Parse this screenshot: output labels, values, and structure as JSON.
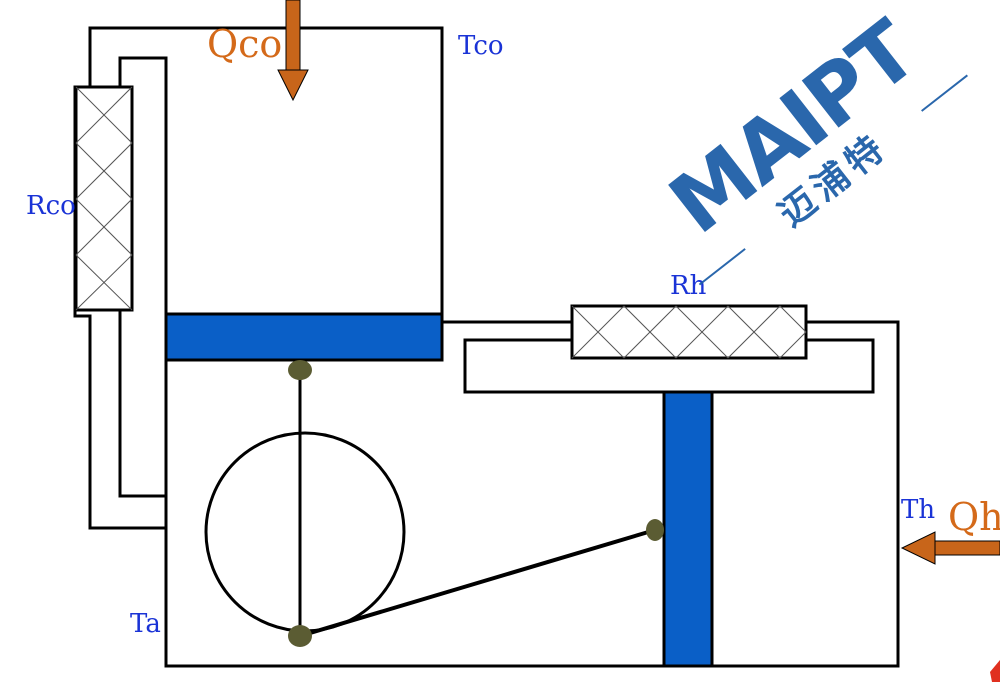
{
  "labels": {
    "q_co": "Qco",
    "t_co": "Tco",
    "r_co": "Rco",
    "r_h": "Rh",
    "t_h": "Th",
    "q_h": "Qh",
    "t_a": "Ta"
  },
  "watermark": {
    "brand": "MAIPT",
    "subtitle": "迈浦特"
  },
  "colors": {
    "outline": "#000000",
    "bar": "#0a5fc7",
    "arrow": "#c8651a",
    "joint": "#5b5c33",
    "label_blue": "#1a33d6",
    "label_orange": "#d46a1a",
    "watermark": "#1f5fa8"
  }
}
